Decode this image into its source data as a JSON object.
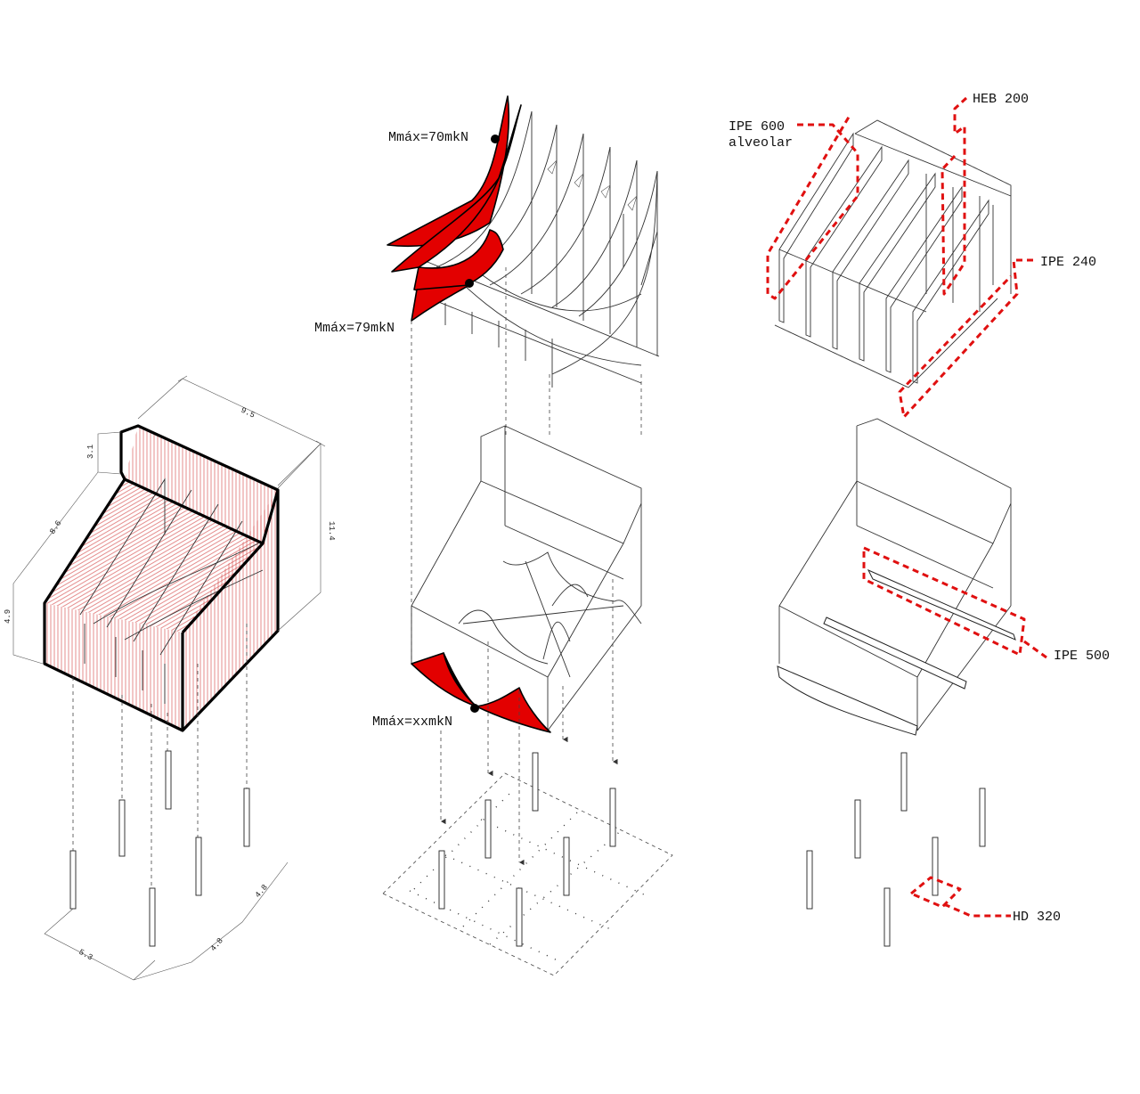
{
  "diagram": {
    "left_panel": {
      "dimensions": {
        "width_top": "9.5",
        "depth_step": "3.1",
        "depth_slope": "8.6",
        "height_front": "4.9",
        "height_total": "11.4",
        "grid_x": "5.3",
        "grid_y1": "4.8",
        "grid_y2": "4.8"
      }
    },
    "middle_panel": {
      "moment_top": "Mmáx=70mkN",
      "moment_mid": "Mmáx=79mkN",
      "moment_bottom": "Mmáx=xxmkN"
    },
    "right_panel": {
      "label_ipe600_line1": "IPE 600",
      "label_ipe600_line2": "alveolar",
      "label_heb200": "HEB 200",
      "label_ipe240": "IPE 240",
      "label_ipe500": "IPE 500",
      "label_hd320": "HD 320"
    },
    "colors": {
      "accent_red": "#e30000",
      "hatch_red": "#d44040",
      "line": "#333333"
    }
  }
}
